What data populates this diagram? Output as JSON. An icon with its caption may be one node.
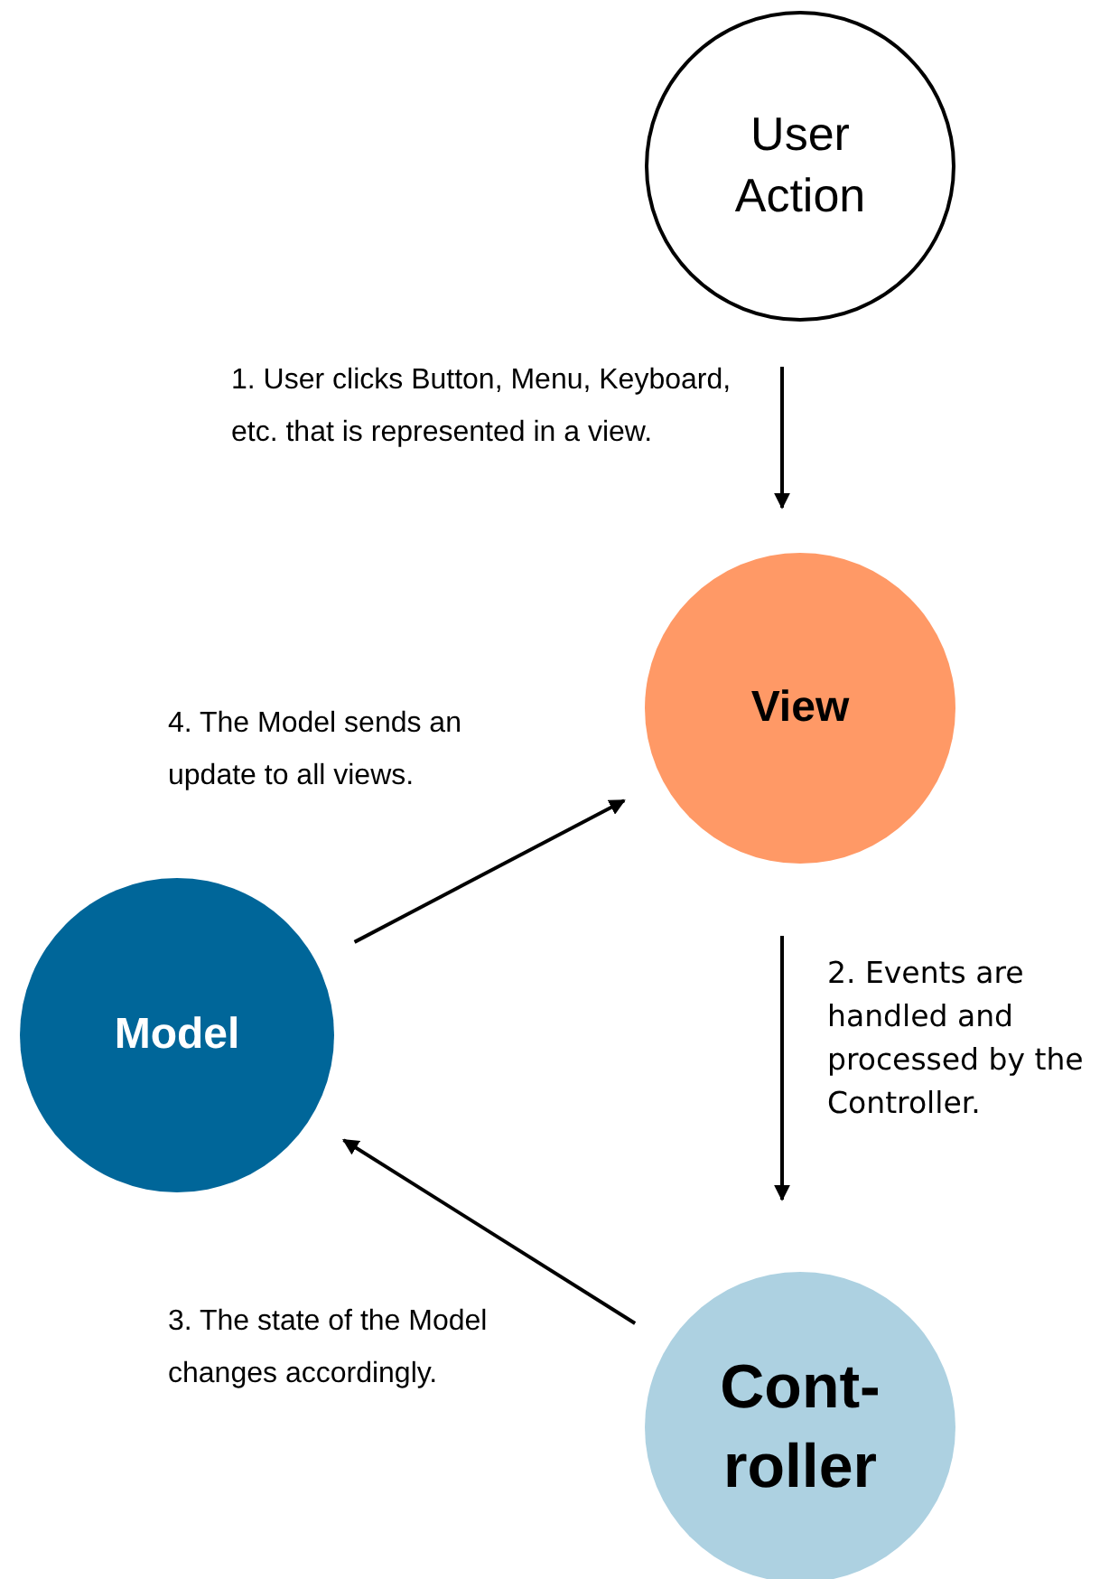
{
  "diagram": {
    "nodes": [
      {
        "text": [
          "User Action"
        ]
      },
      {
        "text": [
          "View"
        ]
      },
      {
        "text": [
          "Model"
        ]
      },
      {
        "text": [
          "Cont- roller"
        ]
      }
    ],
    "edges": [
      {
        "from": 0,
        "to": 1,
        "arrow": "to",
        "label": "1. User clicks Button, Menu, Keyboard, etc. that is represented in a view."
      },
      {
        "from": 1,
        "to": 3,
        "arrow": "to",
        "label": "2. Events are handled and processed by the Controller."
      },
      {
        "from": 3,
        "to": 2,
        "arrow": "to",
        "label": "3. The state of the Model changes accordingly."
      },
      {
        "from": 2,
        "to": 1,
        "arrow": "to",
        "label": "4. The Model sends an update to all views."
      }
    ]
  }
}
